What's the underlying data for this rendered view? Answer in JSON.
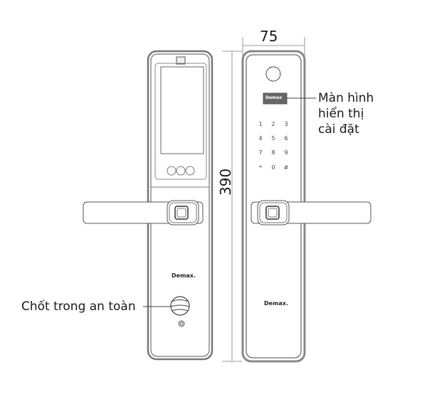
{
  "figure": {
    "type": "technical-drawing",
    "subject": "smart door lock front and back panels"
  },
  "dimensions": {
    "width_label": "75",
    "height_label": "390"
  },
  "callouts": {
    "display": {
      "lines": [
        "Màn hình",
        "hiển thị",
        "cài đặt"
      ]
    },
    "latch": {
      "text": "Chốt trong an toàn"
    }
  },
  "brand": {
    "name": "Demax.",
    "screen_text": "Demax"
  },
  "keypad": {
    "keys": [
      "1",
      "2",
      "3",
      "4",
      "5",
      "6",
      "7",
      "8",
      "9",
      "*",
      "0",
      "#"
    ]
  },
  "left_panel": {
    "buttons": [
      "circle",
      "circle",
      "circle"
    ]
  },
  "colors": {
    "line": "#555555",
    "light_line": "#999999",
    "text": "#1a1a1a"
  }
}
